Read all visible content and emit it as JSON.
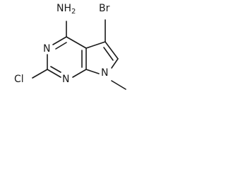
{
  "molecule": {
    "atoms": {
      "amine": "NH2",
      "bromine": "Br",
      "pyrimidine_n_top": "N",
      "pyrimidine_n_bottom": "N",
      "chlorine": "Cl",
      "pyrrole_n": "N"
    },
    "colors": {
      "bond": "#1a1a1a",
      "label": "#1a1a1a",
      "background": "#ffffff"
    }
  }
}
